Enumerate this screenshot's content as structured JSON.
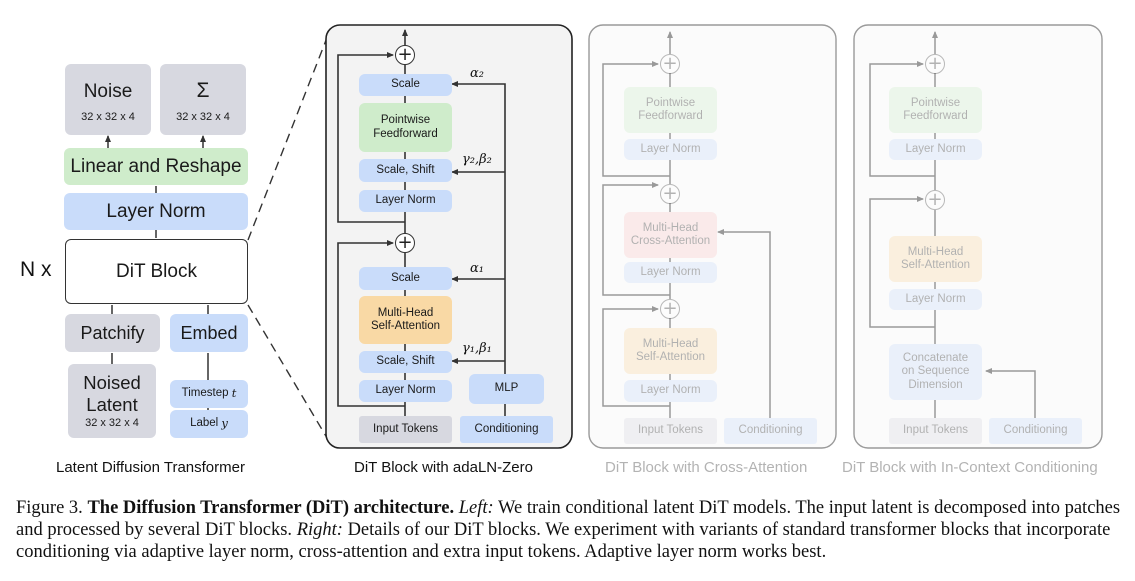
{
  "left": {
    "noise": {
      "label": "Noise",
      "dims": "32 x 32 x 4"
    },
    "sigma": {
      "label": "Σ",
      "dims": "32 x 32 x 4"
    },
    "linear_reshape": "Linear and Reshape",
    "layer_norm": "Layer Norm",
    "n_x": "N x",
    "dit_block": "DiT Block",
    "patchify": "Patchify",
    "embed": "Embed",
    "noised_latent": {
      "line1": "Noised",
      "line2": "Latent",
      "dims": "32 x 32 x 4"
    },
    "timestep": {
      "text": "Timestep ",
      "var": "t"
    },
    "label": {
      "text": "Label ",
      "var": "y"
    },
    "title": "Latent Diffusion Transformer"
  },
  "adaln": {
    "scale_top": "Scale",
    "pointwise": [
      "Pointwise",
      "Feedforward"
    ],
    "scale_shift_top": "Scale, Shift",
    "layer_norm_top": "Layer Norm",
    "scale_bottom": "Scale",
    "mhsa": [
      "Multi-Head",
      "Self-Attention"
    ],
    "scale_shift_bottom": "Scale, Shift",
    "layer_norm_bottom": "Layer Norm",
    "mlp": "MLP",
    "input_tokens": "Input Tokens",
    "conditioning": "Conditioning",
    "alpha2": "α₂",
    "gamma2_beta2": "γ₂,β₂",
    "alpha1": "α₁",
    "gamma1_beta1": "γ₁,β₁",
    "title": "DiT Block with adaLN-Zero"
  },
  "cross": {
    "pointwise": [
      "Pointwise",
      "Feedforward"
    ],
    "layer_norm_1": "Layer Norm",
    "mhca": [
      "Multi-Head",
      "Cross-Attention"
    ],
    "layer_norm_2": "Layer Norm",
    "mhsa": [
      "Multi-Head",
      "Self-Attention"
    ],
    "layer_norm_3": "Layer Norm",
    "input_tokens": "Input Tokens",
    "conditioning": "Conditioning",
    "title": "DiT Block with Cross-Attention"
  },
  "incontext": {
    "pointwise": [
      "Pointwise",
      "Feedforward"
    ],
    "layer_norm_1": "Layer Norm",
    "mhsa": [
      "Multi-Head",
      "Self-Attention"
    ],
    "layer_norm_2": "Layer Norm",
    "concat": [
      "Concatenate",
      "on Sequence",
      "Dimension"
    ],
    "input_tokens": "Input Tokens",
    "conditioning": "Conditioning",
    "title": "DiT Block with In-Context Conditioning"
  },
  "caption": {
    "prefix": "Figure 3. ",
    "bold": "The Diffusion Transformer (DiT) architecture.",
    "left_label": "Left:",
    "left_text": " We train conditional latent DiT models. The input latent is decomposed into patches and processed by several DiT blocks. ",
    "right_label": "Right:",
    "right_text": " Details of our DiT blocks. We experiment with variants of standard transformer blocks that incorporate conditioning via adaptive layer norm, cross-attention and extra input tokens. Adaptive layer norm works best."
  }
}
